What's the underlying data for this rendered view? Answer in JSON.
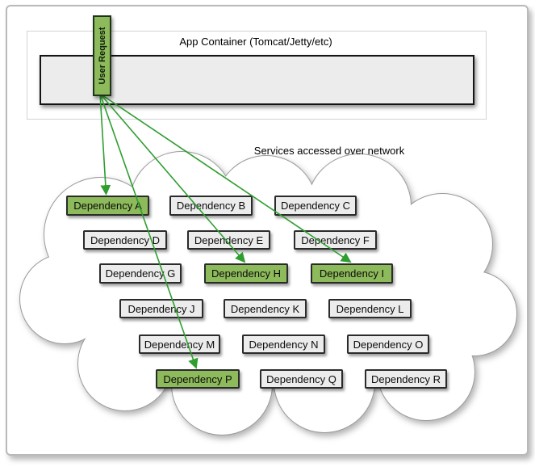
{
  "diagram": {
    "app_container": {
      "title": "App Container (Tomcat/Jetty/etc)",
      "user_request_label": "User Request"
    },
    "network_caption": "Services accessed over network",
    "dependencies": [
      {
        "id": "A",
        "label": "Dependency A",
        "highlighted": true
      },
      {
        "id": "B",
        "label": "Dependency B",
        "highlighted": false
      },
      {
        "id": "C",
        "label": "Dependency C",
        "highlighted": false
      },
      {
        "id": "D",
        "label": "Dependency D",
        "highlighted": false
      },
      {
        "id": "E",
        "label": "Dependency E",
        "highlighted": false
      },
      {
        "id": "F",
        "label": "Dependency F",
        "highlighted": false
      },
      {
        "id": "G",
        "label": "Dependency G",
        "highlighted": false
      },
      {
        "id": "H",
        "label": "Dependency H",
        "highlighted": true
      },
      {
        "id": "I",
        "label": "Dependency I",
        "highlighted": true
      },
      {
        "id": "J",
        "label": "Dependency J",
        "highlighted": false
      },
      {
        "id": "K",
        "label": "Dependency K",
        "highlighted": false
      },
      {
        "id": "L",
        "label": "Dependency L",
        "highlighted": false
      },
      {
        "id": "M",
        "label": "Dependency M",
        "highlighted": false
      },
      {
        "id": "N",
        "label": "Dependency N",
        "highlighted": false
      },
      {
        "id": "O",
        "label": "Dependency O",
        "highlighted": false
      },
      {
        "id": "P",
        "label": "Dependency P",
        "highlighted": true
      },
      {
        "id": "Q",
        "label": "Dependency Q",
        "highlighted": false
      },
      {
        "id": "R",
        "label": "Dependency R",
        "highlighted": false
      }
    ],
    "arrows": {
      "from": "user-request",
      "targets": [
        "A",
        "H",
        "I",
        "P"
      ]
    },
    "colors": {
      "highlight_fill": "#8dba5b",
      "box_fill": "#ececec",
      "box_border": "#2b2b2b",
      "arrow_green": "#2f9e2f",
      "cloud_border": "#9b9b9b",
      "frame_border": "#b9b9b9"
    }
  }
}
